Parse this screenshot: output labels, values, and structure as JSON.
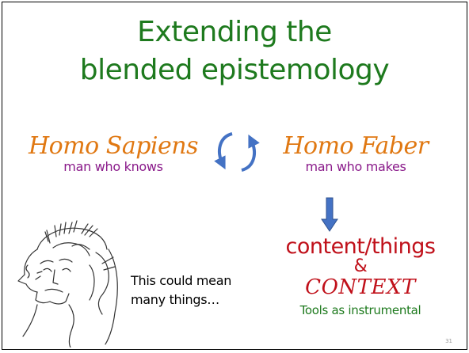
{
  "title": {
    "line1": "Extending the",
    "line2": "blended epistemology"
  },
  "left_term": {
    "name": "Homo Sapiens",
    "gloss": "man who knows"
  },
  "right_term": {
    "name": "Homo Faber",
    "gloss": "man who makes"
  },
  "quote": {
    "line1": "This could mean",
    "line2": "many things…"
  },
  "context_block": {
    "line1": "content/things",
    "ampersand": "&",
    "context": "CONTEXT",
    "tools": "Tools as instrumental"
  },
  "slide_number": "31",
  "icons": {
    "cycle": "cycle-arrows-icon",
    "down_arrow": "down-arrow-icon",
    "sketch": "puzzled-head-sketch"
  },
  "colors": {
    "title": "#1e7a1e",
    "term_name": "#e07812",
    "gloss": "#8a1a8a",
    "arrow": "#4472c4",
    "content": "#c0101a",
    "context": "#c0101a",
    "tools": "#1e7a1e",
    "sketch": "#333333",
    "slide_number": "#9a9a9a"
  }
}
